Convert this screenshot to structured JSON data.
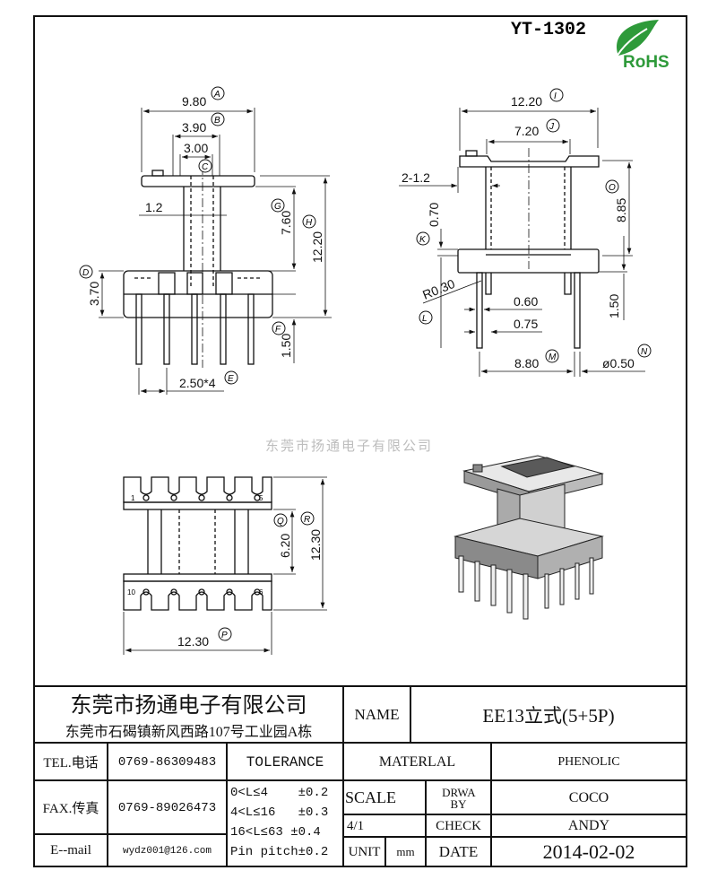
{
  "part_number": "YT-1302",
  "logo": {
    "text": "RoHS",
    "color": "#2e9a3a"
  },
  "watermark": "东莞市扬通电子有限公司",
  "front_view": {
    "dim_a": "9.80",
    "tag_a": "A",
    "dim_b": "3.90",
    "tag_b": "B",
    "dim_c": "3.00",
    "tag_c": "C",
    "dim_wall": "1.2",
    "dim_g": "7.60",
    "tag_g": "G",
    "dim_h": "12.20",
    "tag_h": "H",
    "dim_d": "3.70",
    "tag_d": "D",
    "dim_f": "1.50",
    "tag_f": "F",
    "dim_e": "2.50*4",
    "tag_e": "E"
  },
  "side_view": {
    "dim_i": "12.20",
    "tag_i": "I",
    "dim_j": "7.20",
    "tag_j": "J",
    "dim_wall": "2-1.2",
    "dim_k": "0.70",
    "tag_k": "K",
    "dim_o": "8.85",
    "tag_o": "O",
    "dim_r": "R0.30",
    "dim_p1": "0.60",
    "dim_p2": "0.75",
    "dim_pin": "1.50",
    "tag_l": "L",
    "dim_m": "8.80",
    "tag_m": "M",
    "dim_n": "ø0.50",
    "tag_n": "N"
  },
  "bottom_view": {
    "dim_q": "6.20",
    "tag_q": "Q",
    "dim_r": "12.30",
    "tag_r": "R",
    "dim_p": "12.30",
    "tag_p": "P",
    "pin_1": "1",
    "pin_5": "5",
    "pin_10": "10",
    "pin_6": "6"
  },
  "title_block": {
    "company": "东莞市扬通电子有限公司",
    "address": "东莞市石碣镇新风西路107号工业园A栋",
    "name_label": "NAME",
    "name_value": "EE13立式(5+5P)",
    "tel_label": "TEL.电话",
    "tel_value": "0769-86309483",
    "fax_label": "FAX.传真",
    "fax_value": "0769-89026473",
    "email_label": "E--mail",
    "email_value": "wydz001@126.com",
    "tolerance_label": "TOLERANCE",
    "tolerances": [
      "0<L≤4    ±0.2",
      "4<L≤16   ±0.3",
      "16<L≤63 ±0.4",
      "Pin pitch±0.2"
    ],
    "material_label": "MATERLAL",
    "material_value": "PHENOLIC",
    "scale_label": "SCALE",
    "scale_value": "4/1",
    "drawn_by_label": "DRWA BY",
    "drawn_by_value": "COCO",
    "check_label": "CHECK",
    "check_value": "ANDY",
    "unit_label": "UNIT",
    "unit_value": "mm",
    "date_label": "DATE",
    "date_value": "2014-02-02"
  }
}
